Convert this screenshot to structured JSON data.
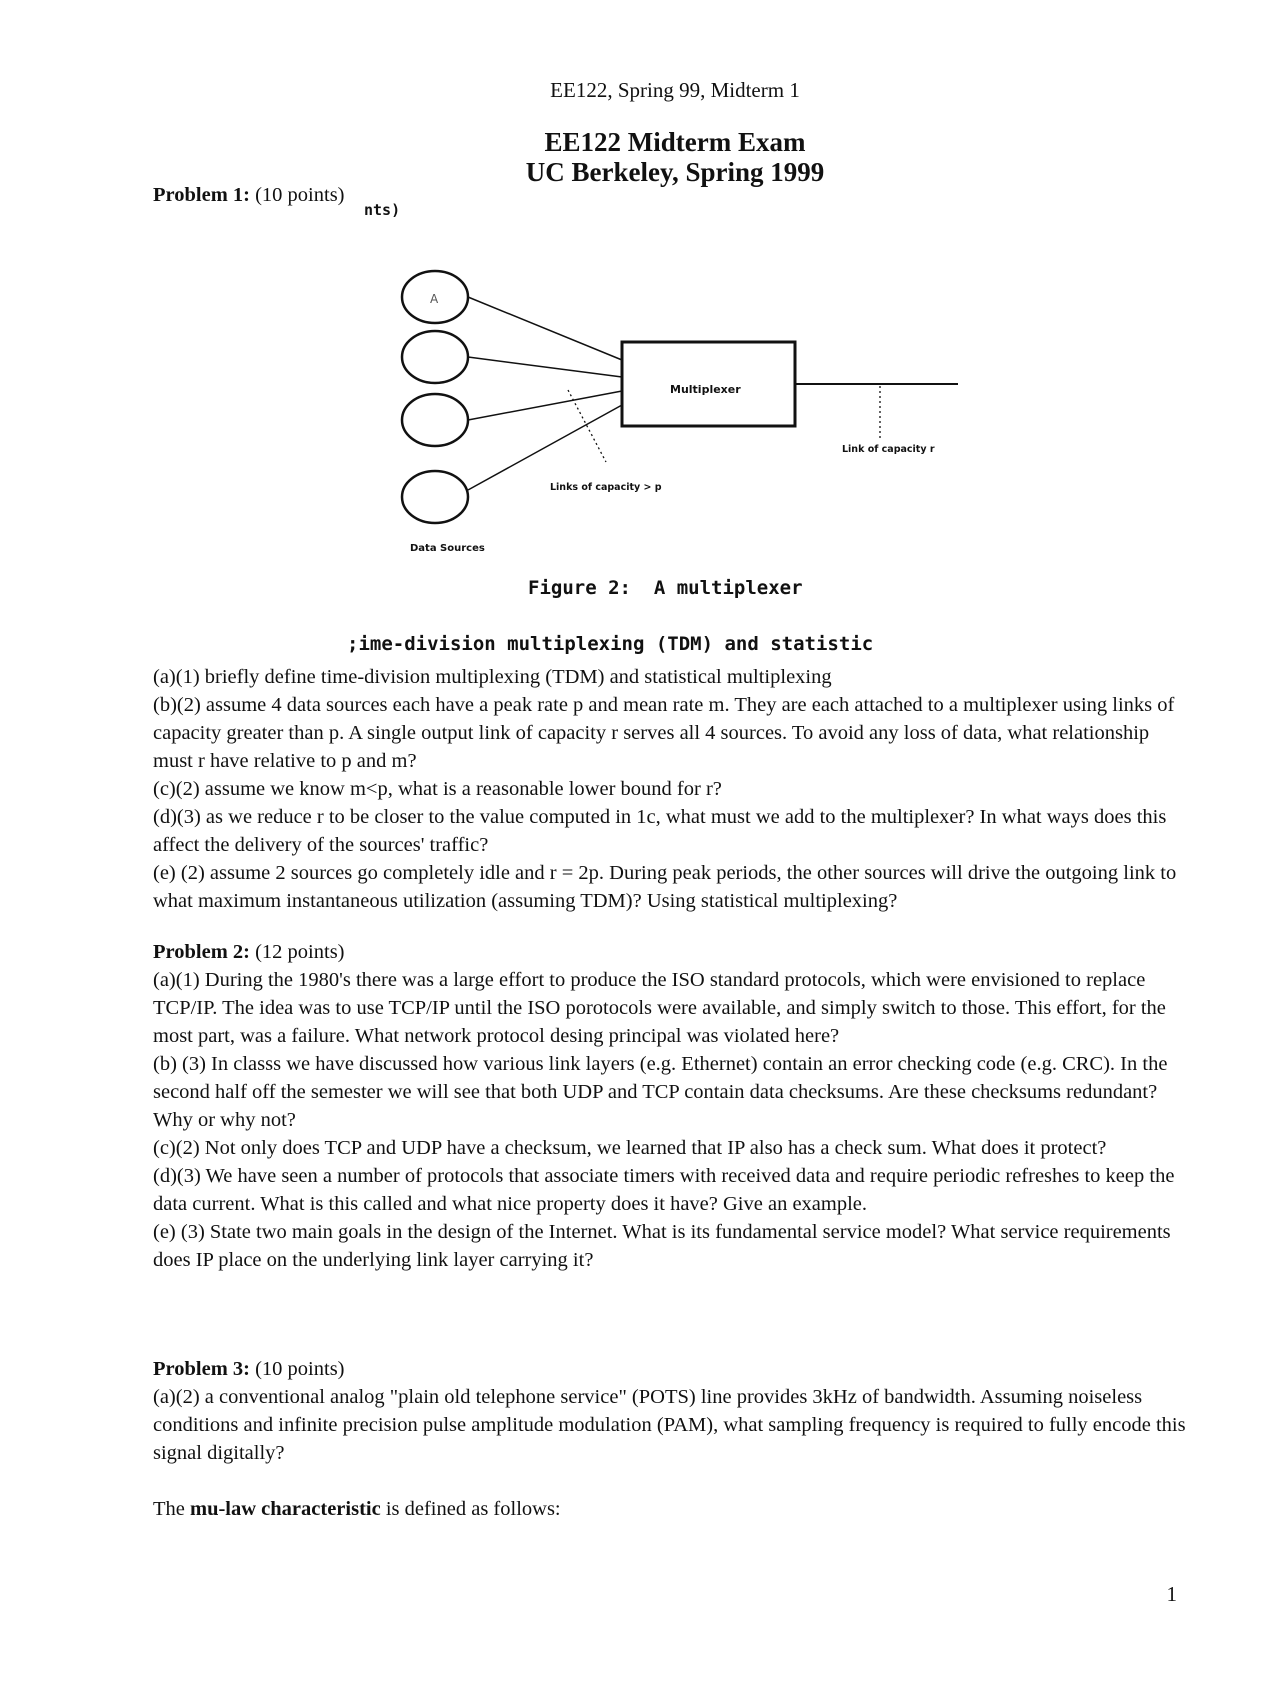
{
  "header": "EE122, Spring 99, Midterm 1",
  "title_line1": "EE122 Midterm Exam",
  "title_line2": "UC Berkeley, Spring 1999",
  "problem1": {
    "label": "Problem 1:",
    "points": "(10 points)",
    "stray_text": "nts)",
    "figure": {
      "multiplexer_label": "Multiplexer",
      "data_sources_label": "Data Sources",
      "links_label": "Links of capacity > p",
      "output_link_label": "Link of capacity r",
      "caption": "Figure 2:  A multiplexer",
      "fragment": ";ime-division multiplexing (TDM) and statistic"
    },
    "parts": [
      "(a)(1) briefly define time-division multiplexing (TDM) and statistical multiplexing",
      "(b)(2) assume 4 data sources each have a peak rate p and mean rate m. They are each attached to a multiplexer using links of capacity greater than p. A single output link of capacity r serves all 4 sources. To avoid any loss of data, what relationship must r have relative to p and m?",
      "(c)(2) assume we know m<p, what is a reasonable lower bound for r?",
      "(d)(3) as we reduce r to be closer to the value computed in 1c, what must we add to the multiplexer? In what ways does this affect the delivery of the sources' traffic?",
      "(e) (2) assume 2 sources go completely idle and r = 2p. During peak periods, the other sources will drive the outgoing link to what maximum instantaneous utilization (assuming TDM)? Using statistical multiplexing?"
    ]
  },
  "problem2": {
    "label": "Problem 2:",
    "points": "(12 points)",
    "parts": [
      "(a)(1) During the 1980's there was a large effort to produce the ISO standard protocols, which were envisioned to replace TCP/IP. The idea was to use TCP/IP until the ISO porotocols were available, and simply switch to those. This effort, for the most part, was a failure. What network protocol desing principal was violated here?",
      "(b) (3) In classs we have discussed how various link layers (e.g. Ethernet) contain an error checking code (e.g. CRC). In the second half off the semester we will see that both UDP and TCP contain data checksums. Are these checksums redundant? Why or why not?",
      "(c)(2) Not only does TCP and UDP have a checksum, we learned that IP also has a check sum. What does it protect?",
      "(d)(3) We have seen a number of protocols that associate timers with received data and require periodic refreshes to keep the data current. What is this called and what nice property does it have? Give an example.",
      "(e) (3) State two main goals in the design of the Internet. What is its fundamental service model? What service requirements does IP place on the underlying link layer carrying it?"
    ]
  },
  "problem3": {
    "label": "Problem 3:",
    "points": "(10 points)",
    "parts": [
      "(a)(2) a conventional analog \"plain old telephone service\" (POTS) line provides 3kHz of bandwidth. Assuming noiseless conditions and infinite precision pulse amplitude modulation (PAM), what sampling frequency is required to fully encode this signal digitally?"
    ],
    "mulaw_prefix": "The ",
    "mulaw_bold": "mu-law characteristic",
    "mulaw_suffix": " is defined as follows:"
  },
  "page_number": "1"
}
